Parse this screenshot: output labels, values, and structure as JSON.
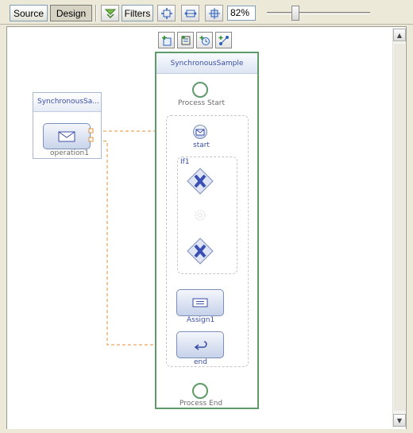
{
  "toolbar": {
    "source_label": "Source",
    "design_label": "Design",
    "filters_label": "Filters",
    "zoom_value": "82%"
  },
  "diagram": {
    "partner": {
      "title": "SynchronousSa...",
      "operation_label": "operation1"
    },
    "process": {
      "title": "SynchronousSample",
      "start_label": "Process Start",
      "receive_label": "start",
      "if_label": "If1",
      "assign_label": "Assign1",
      "reply_label": "end",
      "end_label": "Process End"
    }
  },
  "colors": {
    "process_border": "#5f9a6a",
    "flow_line": "#e0913a",
    "node_label": "#3b4ea8",
    "gateway_x": "#3a4fb5"
  }
}
